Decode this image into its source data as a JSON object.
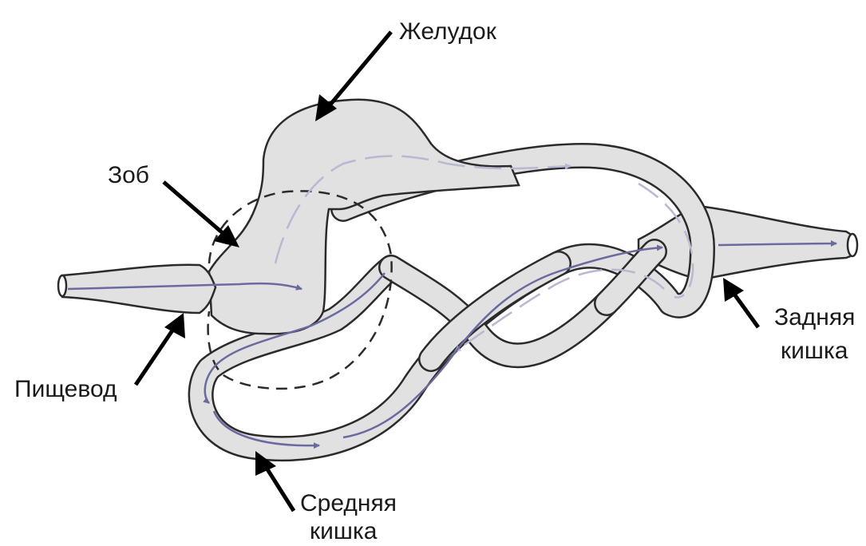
{
  "labels": {
    "stomach": "Желудок",
    "crop": "Зоб",
    "esophagus": "Пищевод",
    "hindgut_line1": "Задняя",
    "hindgut_line2": "кишка",
    "midgut_line1": "Средняя",
    "midgut_line2": "кишка"
  },
  "colors": {
    "organ_fill": "#e1e1e1",
    "outline": "#2b2b2b",
    "flow_arrow": "#6b6a9e",
    "flow_arrow_hidden": "#b9b8d2",
    "pointer": "#000000"
  }
}
